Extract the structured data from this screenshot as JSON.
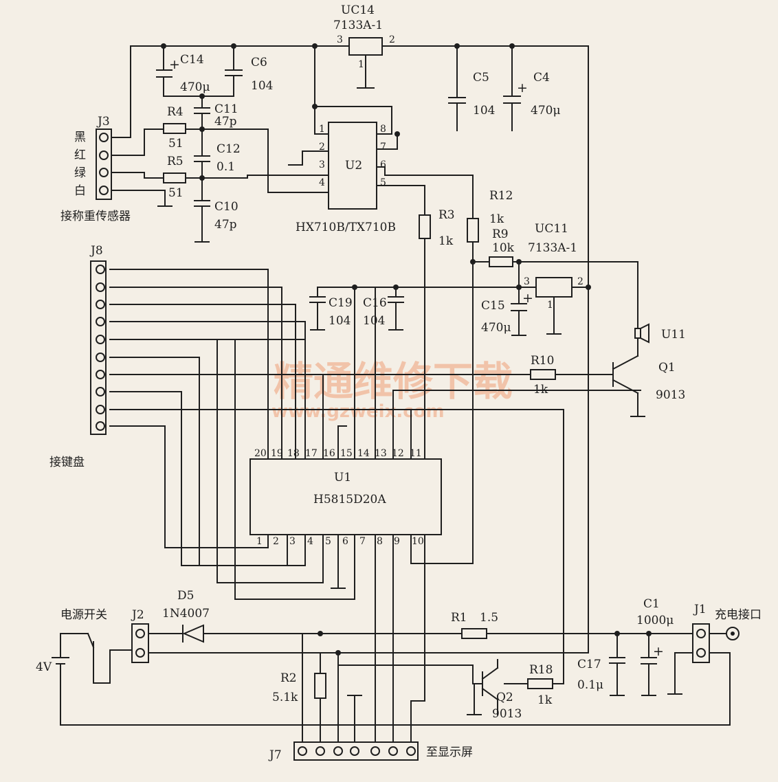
{
  "labels": {
    "uc14_name": "UC14",
    "uc14_part": "7133A-1",
    "uc11_name": "UC11",
    "uc11_part": "7133A-1",
    "c14": "C14",
    "c14_val": "470μ",
    "c6": "C6",
    "c6_val": "104",
    "c11": "C11",
    "c11_val": "47p",
    "c12": "C12",
    "c12_val": "0.1",
    "c10": "C10",
    "c10_val": "47p",
    "c5": "C5",
    "c5_val": "104",
    "c4": "C4",
    "c4_val": "470μ",
    "r4": "R4",
    "r4_val": "51",
    "r5": "R5",
    "r5_val": "51",
    "j3": "J3",
    "wire_black": "黑",
    "wire_red": "红",
    "wire_green": "绿",
    "wire_white": "白",
    "sensor": "接称重传感器",
    "u2": "U2",
    "u2_part": "HX710B/TX710B",
    "r3": "R3",
    "r3_val": "1k",
    "r12": "R12",
    "r12_val": "1k",
    "r9": "R9",
    "r9_val": "10k",
    "j8": "J8",
    "c19": "C19",
    "c19_val": "104",
    "c16": "C16",
    "c16_val": "104",
    "c15": "C15",
    "c15_val": "470μ",
    "u11": "U11",
    "r10": "R10",
    "r10_val": "1k",
    "q1": "Q1",
    "q1_part": "9013",
    "keypad": "接键盘",
    "u1": "U1",
    "u1_part": "H5815D20A",
    "d5": "D5",
    "d5_part": "1N4007",
    "power_switch": "电源开关",
    "j2": "J2",
    "r1": "R1",
    "r1_val": "1.5",
    "c1": "C1",
    "c1_val": "1000μ",
    "j1": "J1",
    "charge_port": "充电接口",
    "battery": "4V",
    "r2": "R2",
    "r2_val": "5.1k",
    "q2": "Q2",
    "q2_part": "9013",
    "r18": "R18",
    "r18_val": "1k",
    "c17": "C17",
    "c17_val": "0.1μ",
    "j7": "J7",
    "display": "至显示屏",
    "watermark_cn": "精通维修下载",
    "watermark_url": "www.gzweix.com"
  },
  "pins": {
    "uc14_3": "3",
    "uc14_2": "2",
    "uc14_1": "1",
    "uc11_3": "3",
    "uc11_2": "2",
    "uc11_1": "1",
    "u2_1": "1",
    "u2_2": "2",
    "u2_3": "3",
    "u2_4": "4",
    "u2_8": "8",
    "u2_7": "7",
    "u2_6": "6",
    "u2_5": "5",
    "u1_top": [
      "20",
      "19",
      "18",
      "17",
      "16",
      "15",
      "14",
      "13",
      "12",
      "11"
    ],
    "u1_bottom": [
      "1",
      "2",
      "3",
      "4",
      "5",
      "6",
      "7",
      "8",
      "9",
      "10"
    ]
  }
}
